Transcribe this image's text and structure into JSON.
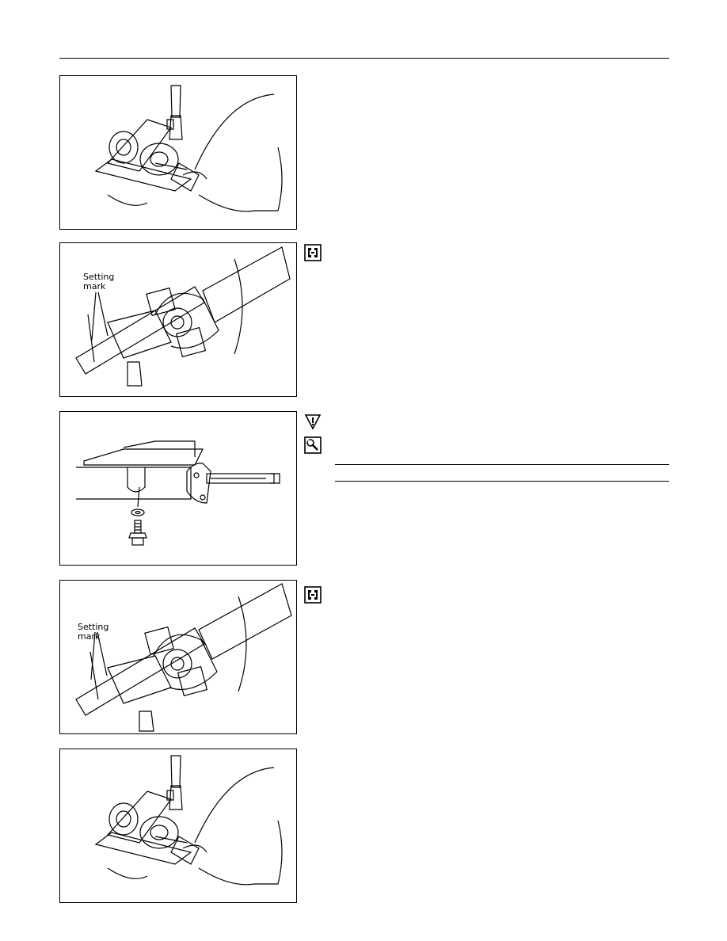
{
  "figures": [
    {
      "id": "fig1",
      "label": ""
    },
    {
      "id": "fig2",
      "label": "Setting\nmark"
    },
    {
      "id": "fig3",
      "label": ""
    },
    {
      "id": "fig4",
      "label": "Setting\nmark"
    },
    {
      "id": "fig5",
      "label": ""
    }
  ],
  "icons": [
    "reassembly-icon",
    "caution-icon",
    "torque-wrench-icon",
    "reassembly-icon"
  ]
}
